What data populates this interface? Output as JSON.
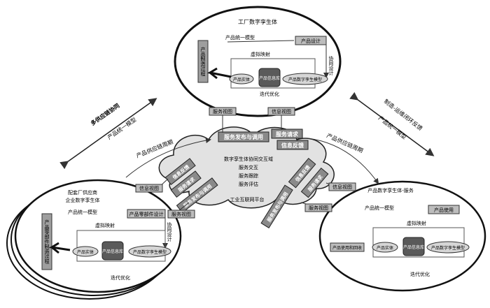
{
  "diagram": {
    "factory": {
      "title": "工厂数字孪生体",
      "model_label": "产品统一模型",
      "design_box": "产品设计",
      "process_box": "产品制造过程",
      "virtual_map": "虚拟映射",
      "entity": "产品实体",
      "database": "产品信息库",
      "twin_model": "产品数字孪生模型",
      "iterate": "迭代优化",
      "coordination": "协同设计"
    },
    "supplier": {
      "title_lines": [
        "配套厂供应商",
        "企业数字孪生体"
      ],
      "model_label": "产品统一模型",
      "design_box": "产品零部件设计",
      "process_box": "产品零部件制造过程",
      "virtual_map": "虚拟映射",
      "entity": "产品实体",
      "database": "产品信息库",
      "twin_model": "产品数字孪生模型",
      "iterate": "迭代优化",
      "coordination": "协同设计"
    },
    "service": {
      "title": "产品数字孪生体-服务",
      "model_label": "产品统一模型",
      "usage_box": "产品使用",
      "process_box": "产品使用和回收",
      "virtual_map": "虚拟映射",
      "entity": "产品实体",
      "database": "产品信息库",
      "twin_model": "产品数字孪生模型",
      "iterate": "迭代优化"
    },
    "cloud": {
      "center_lines": [
        "数字孪生体协同交互域",
        "服务交互",
        "服务跟踪",
        "服务评估"
      ],
      "platform": "工业互联网平台",
      "top_left_tag": "服务发布与调用",
      "top_right_tag1": "服务请求",
      "top_right_tag2": "信息反馈",
      "left_tags": [
        "信息反馈",
        "服务请求",
        "服务发布与调用"
      ],
      "right_tags": [
        "信息反馈",
        "服务请求",
        "服务发布与调用"
      ]
    },
    "view_labels": {
      "factory_left": "服务视图",
      "factory_right": "信息视图",
      "supplier_top": "信息视图",
      "supplier_bottom": "服务视图",
      "service_top": "信息视图",
      "service_bottom": "服务视图"
    },
    "links": {
      "left_arrow_line1": "多供应链协同",
      "left_arrow_line2": "产品统一模型",
      "right_arrow_line1": "制造-运维闭环反馈",
      "right_arrow_line2": "产品统一模型",
      "left_cycle": "产品供应链周期",
      "right_cycle": "产品供应链周期"
    }
  }
}
